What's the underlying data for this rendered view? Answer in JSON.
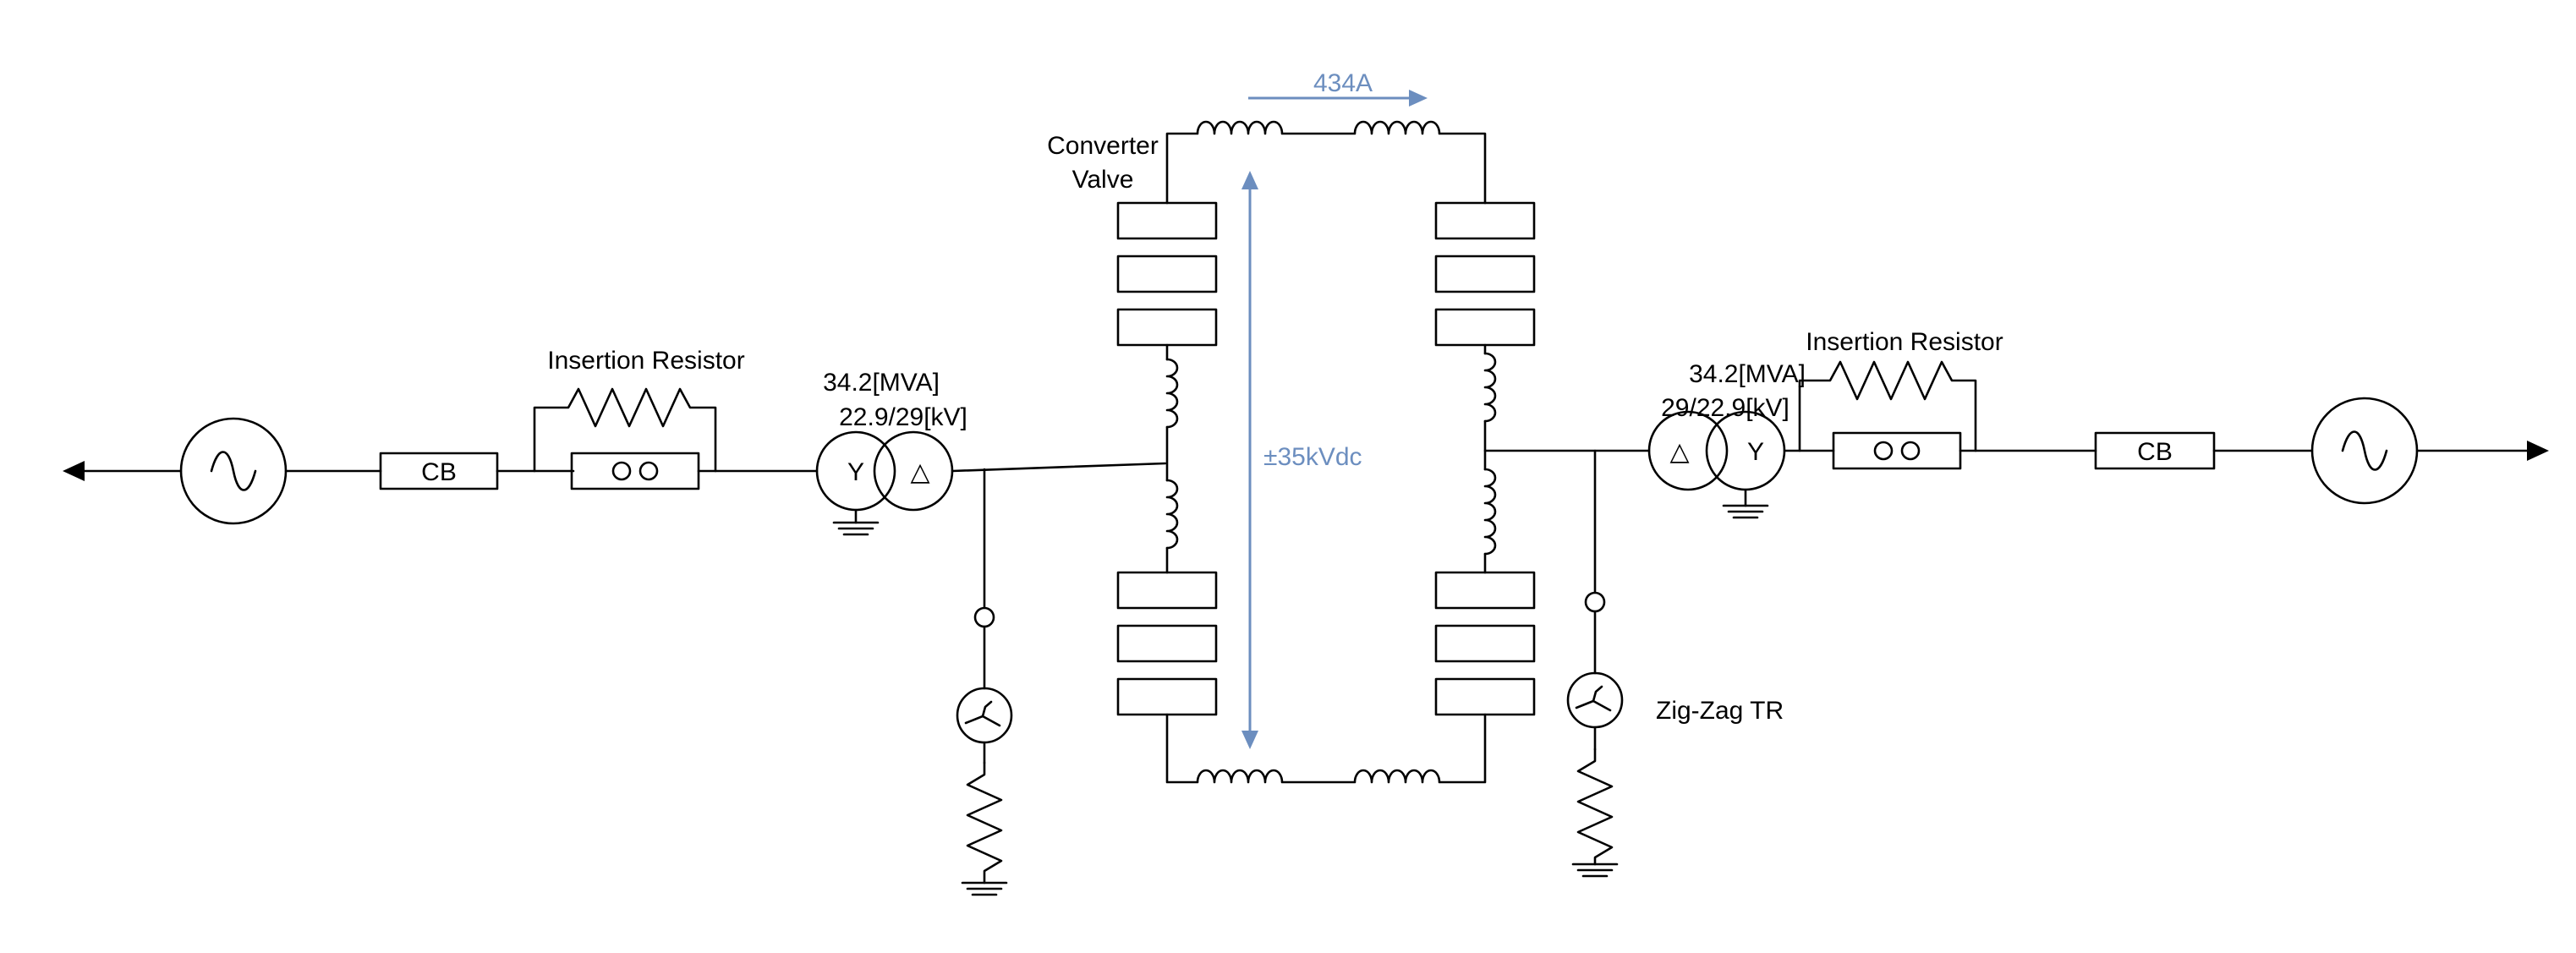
{
  "colors": {
    "line": "#000000",
    "annotation": "#6c8ebf",
    "background": "#ffffff"
  },
  "labels": {
    "converter_valve_line1": "Converter",
    "converter_valve_line2": "Valve",
    "dc_current": "434A",
    "dc_voltage": "±35kVdc",
    "zigzag": "Zig-Zag TR"
  },
  "left_side": {
    "cb": "CB",
    "insertion_resistor": "Insertion Resistor",
    "transformer_rating": "34.2[MVA]",
    "transformer_voltage": "22.9/29[kV]",
    "transformer_primary": "Y",
    "transformer_secondary": "△"
  },
  "right_side": {
    "cb": "CB",
    "insertion_resistor": "Insertion Resistor",
    "transformer_rating": "34.2[MVA]",
    "transformer_voltage": "29/22.9[kV]",
    "transformer_primary": "△",
    "transformer_secondary": "Y"
  },
  "icons": [
    "ac-source-icon",
    "arrow-icon",
    "ground-icon",
    "zigzag-transformer-icon",
    "resistor-icon",
    "inductor-icon",
    "valve-module-icon"
  ]
}
